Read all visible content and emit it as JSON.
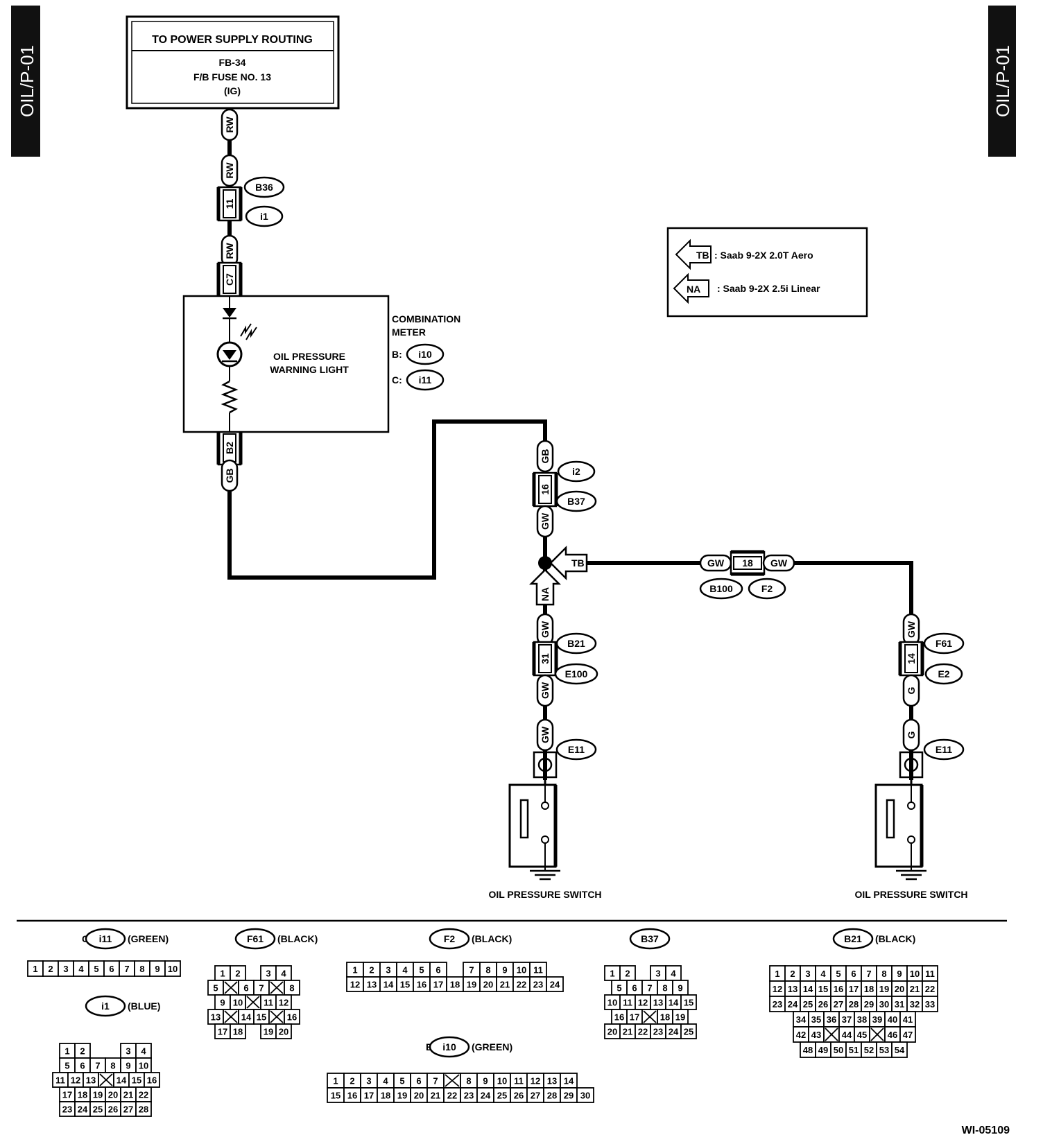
{
  "side_tab": {
    "left": "OIL/P-01",
    "right": "OIL/P-01"
  },
  "power": {
    "header": "TO POWER SUPPLY ROUTING",
    "line1": "FB-34",
    "line2": "F/B FUSE NO. 13",
    "line3": "(IG)"
  },
  "legend": {
    "items": [
      {
        "tag": "TB",
        "desc": ": Saab 9-2X 2.0T Aero"
      },
      {
        "tag": "NA",
        "desc": ": Saab 9-2X 2.5i Linear"
      }
    ]
  },
  "meter": {
    "title1": "COMBINATION",
    "title2": "METER",
    "b_prefix": "B:",
    "b_conn": "i10",
    "c_prefix": "C:",
    "c_conn": "i11",
    "light1": "OIL PRESSURE",
    "light2": "WARNING LIGHT"
  },
  "wires": {
    "top_rw1": "RW",
    "top_rw2": "RW",
    "top_rw3": "RW",
    "pin_11": "11",
    "c7": "C7",
    "b2": "B2",
    "gb1": "GB",
    "gb2": "GB",
    "pin_16": "16",
    "gw_upper": "GW",
    "tb_arrow": "TB",
    "na_arrow": "NA",
    "gw_a": "GW",
    "pin_31": "31",
    "gw_b": "GW",
    "gw_c": "GW",
    "h_gw1": "GW",
    "h_pin18": "18",
    "h_gw2": "GW",
    "r_gw": "GW",
    "r_pin14": "14",
    "r_g1": "G",
    "r_g2": "G"
  },
  "conn_ids": {
    "b36": "B36",
    "i1": "i1",
    "i2": "i2",
    "b37": "B37",
    "b100": "B100",
    "f2": "F2",
    "b21": "B21",
    "e100": "E100",
    "e11_left": "E11",
    "f61": "F61",
    "e2": "E2",
    "e11_right": "E11"
  },
  "switches": {
    "left": "OIL PRESSURE SWITCH",
    "right": "OIL PRESSURE SWITCH"
  },
  "connectors": {
    "c_i11": {
      "prefix": "C:",
      "id": "i11",
      "color": "(GREEN)",
      "rows": [
        [
          "1",
          "2",
          "3",
          "4",
          "5",
          "6",
          "7",
          "8",
          "9",
          "10"
        ]
      ]
    },
    "i1": {
      "id": "i1",
      "color": "(BLUE)",
      "rows": [
        [
          "1",
          "2",
          "",
          "",
          "3",
          "4"
        ],
        [
          "5",
          "6",
          "7",
          "8",
          "9",
          "10"
        ],
        [
          "11",
          "12",
          "13",
          "X",
          "14",
          "15",
          "16"
        ],
        [
          "17",
          "18",
          "19",
          "20",
          "21",
          "22"
        ],
        [
          "23",
          "24",
          "25",
          "26",
          "27",
          "28"
        ]
      ]
    },
    "f61": {
      "id": "F61",
      "color": "(BLACK)",
      "rows": [
        [
          "1",
          "2",
          "",
          "3",
          "4"
        ],
        [
          "5",
          "X",
          "6",
          "7",
          "X",
          "8"
        ],
        [
          "9",
          "10",
          "X",
          "11",
          "12"
        ],
        [
          "13",
          "X",
          "14",
          "15",
          "X",
          "16"
        ],
        [
          "17",
          "18",
          "",
          "19",
          "20"
        ]
      ]
    },
    "f2": {
      "id": "F2",
      "color": "(BLACK)",
      "rows": [
        [
          "1",
          "2",
          "3",
          "4",
          "5",
          "6",
          "",
          "7",
          "8",
          "9",
          "10",
          "11"
        ],
        [
          "12",
          "13",
          "14",
          "15",
          "16",
          "17",
          "18",
          "19",
          "20",
          "21",
          "22",
          "23",
          "24"
        ]
      ]
    },
    "b_i10": {
      "prefix": "B:",
      "id": "i10",
      "color": "(GREEN)",
      "rows": [
        [
          "1",
          "2",
          "3",
          "4",
          "5",
          "6",
          "7",
          "X",
          "8",
          "9",
          "10",
          "11",
          "12",
          "13",
          "14"
        ],
        [
          "15",
          "16",
          "17",
          "18",
          "19",
          "20",
          "21",
          "22",
          "23",
          "24",
          "25",
          "26",
          "27",
          "28",
          "29",
          "30"
        ]
      ]
    },
    "b37": {
      "id": "B37",
      "rows": [
        [
          "1",
          "2",
          "",
          "3",
          "4"
        ],
        [
          "5",
          "6",
          "7",
          "8",
          "9"
        ],
        [
          "10",
          "11",
          "12",
          "13",
          "14",
          "15"
        ],
        [
          "16",
          "17",
          "X",
          "18",
          "19"
        ],
        [
          "20",
          "21",
          "22",
          "23",
          "24",
          "25"
        ]
      ]
    },
    "b21": {
      "id": "B21",
      "color": "(BLACK)",
      "rows": [
        [
          "1",
          "2",
          "3",
          "4",
          "5",
          "6",
          "7",
          "8",
          "9",
          "10",
          "11"
        ],
        [
          "12",
          "13",
          "14",
          "15",
          "16",
          "17",
          "18",
          "19",
          "20",
          "21",
          "22"
        ],
        [
          "23",
          "24",
          "25",
          "26",
          "27",
          "28",
          "29",
          "30",
          "31",
          "32",
          "33"
        ],
        [
          "34",
          "35",
          "36",
          "37",
          "38",
          "39",
          "40",
          "41"
        ],
        [
          "42",
          "43",
          "X",
          "44",
          "45",
          "X",
          "46",
          "47"
        ],
        [
          "48",
          "49",
          "50",
          "51",
          "52",
          "53",
          "54"
        ]
      ]
    }
  },
  "doc_code": "WI-05109"
}
